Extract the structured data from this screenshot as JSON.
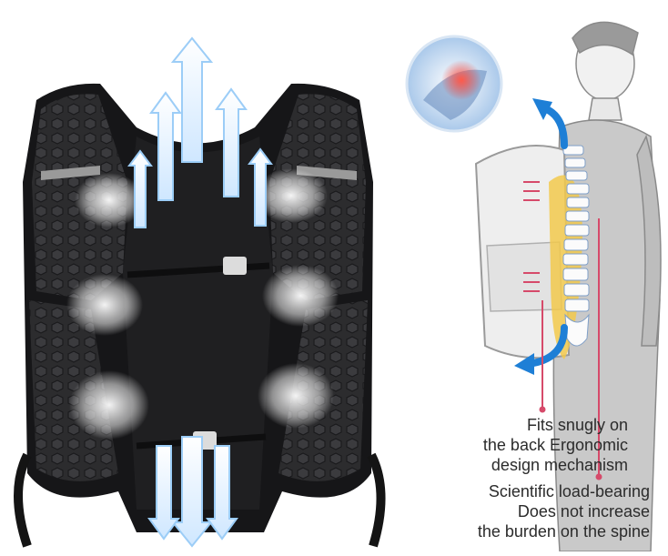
{
  "captions": {
    "fit": [
      "Fits snugly on",
      "the back Ergonomic",
      "design mechanism"
    ],
    "load": [
      "Scientific load-bearing",
      "Does not increase",
      "the burden on the spine"
    ]
  },
  "colors": {
    "vest": "#1c1c1e",
    "airflow_arrow": "#e8f3ff",
    "back_arrow": "#1e7fd6",
    "pointer_line": "#d64a6a",
    "spine_pad": "#f2c94c",
    "pain_highlight": "#e8332f"
  },
  "icons": [
    "airflow-arrow-icon",
    "curved-back-arrow-icon",
    "shoulder-xray-icon"
  ]
}
